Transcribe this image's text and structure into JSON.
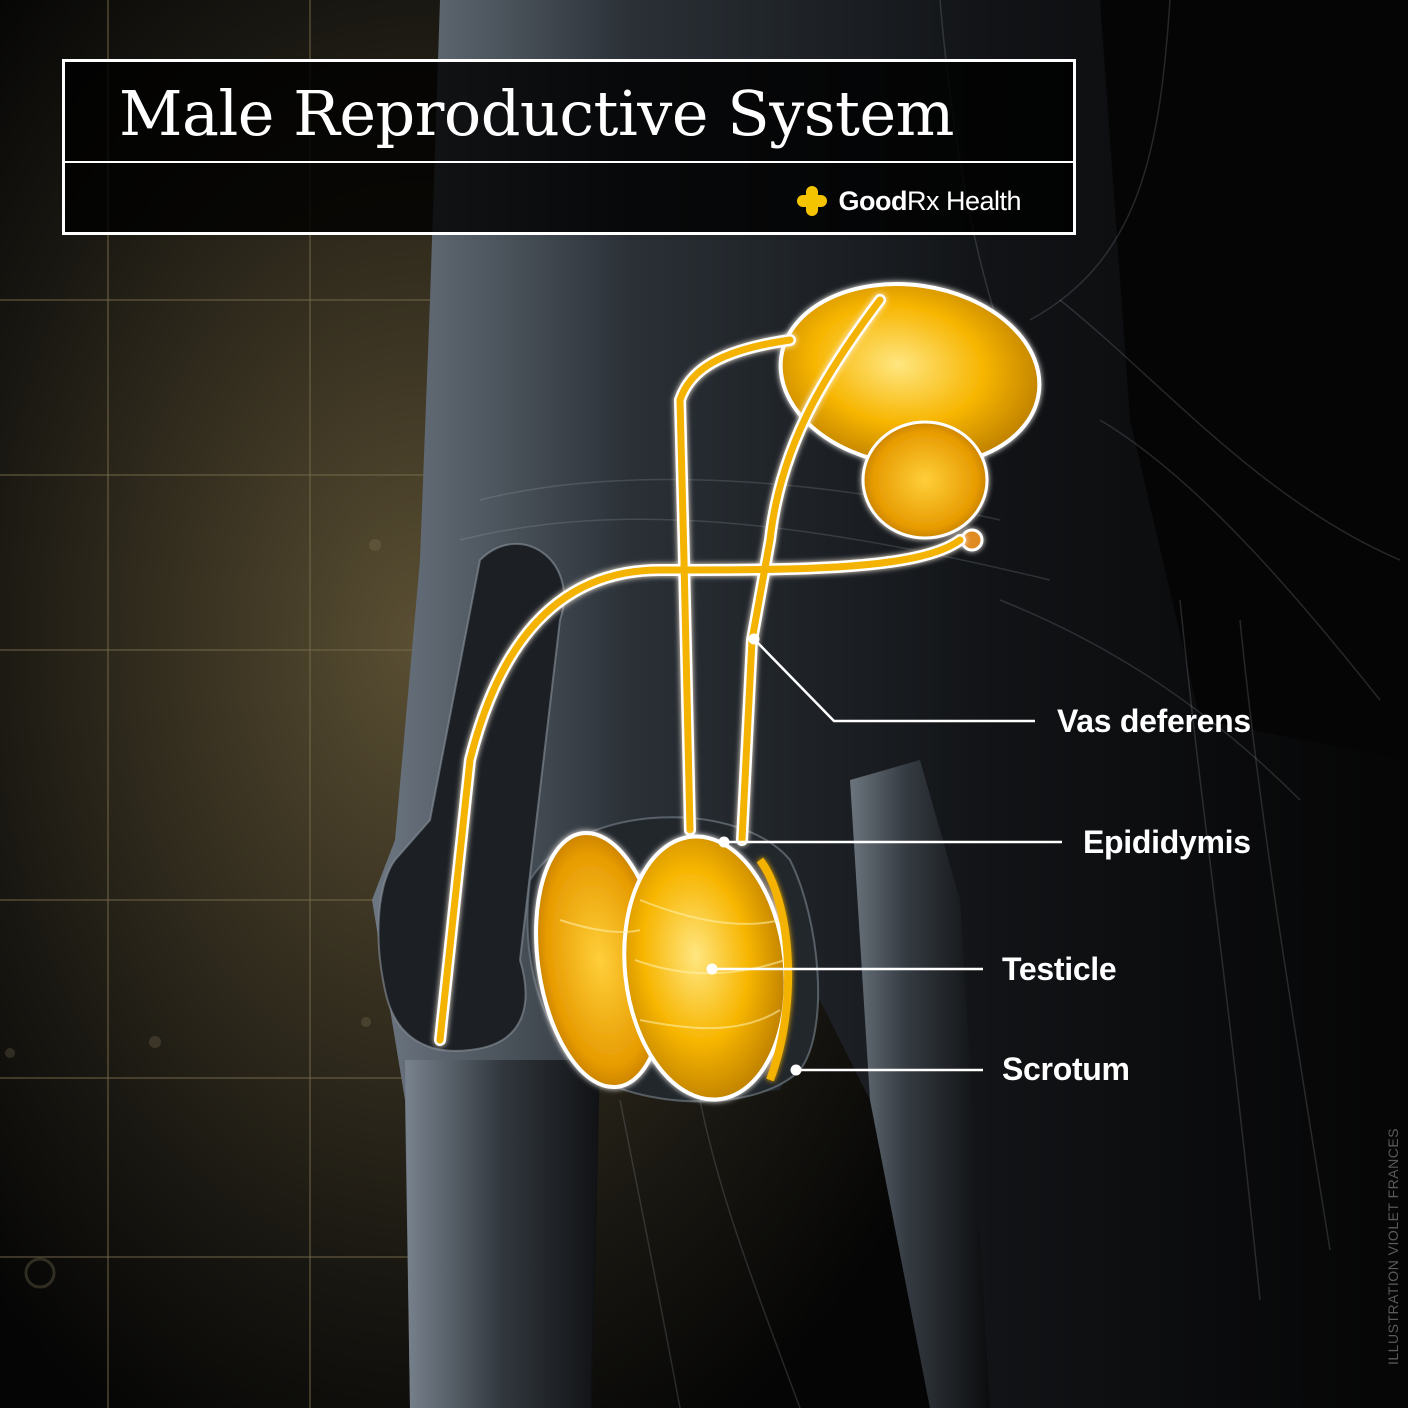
{
  "header": {
    "title": "Male Reproductive System",
    "brand": {
      "icon": "plus-cross-icon",
      "name_bold": "Good",
      "name_regular": "Rx Health",
      "accent_color": "#f5c400"
    }
  },
  "labels": [
    {
      "id": "vas-deferens",
      "text": "Vas deferens"
    },
    {
      "id": "epididymis",
      "text": "Epididymis"
    },
    {
      "id": "testicle",
      "text": "Testicle"
    },
    {
      "id": "scrotum",
      "text": "Scrotum"
    }
  ],
  "credit": "ILLUSTRATION VIOLET FRANCES",
  "colors": {
    "organ_gold": "#f7b500",
    "organ_highlight": "#ffe066",
    "body_gray": "#4a535c",
    "background_dark": "#050505",
    "background_warm": "#5a4f33",
    "label_white": "#ffffff"
  }
}
